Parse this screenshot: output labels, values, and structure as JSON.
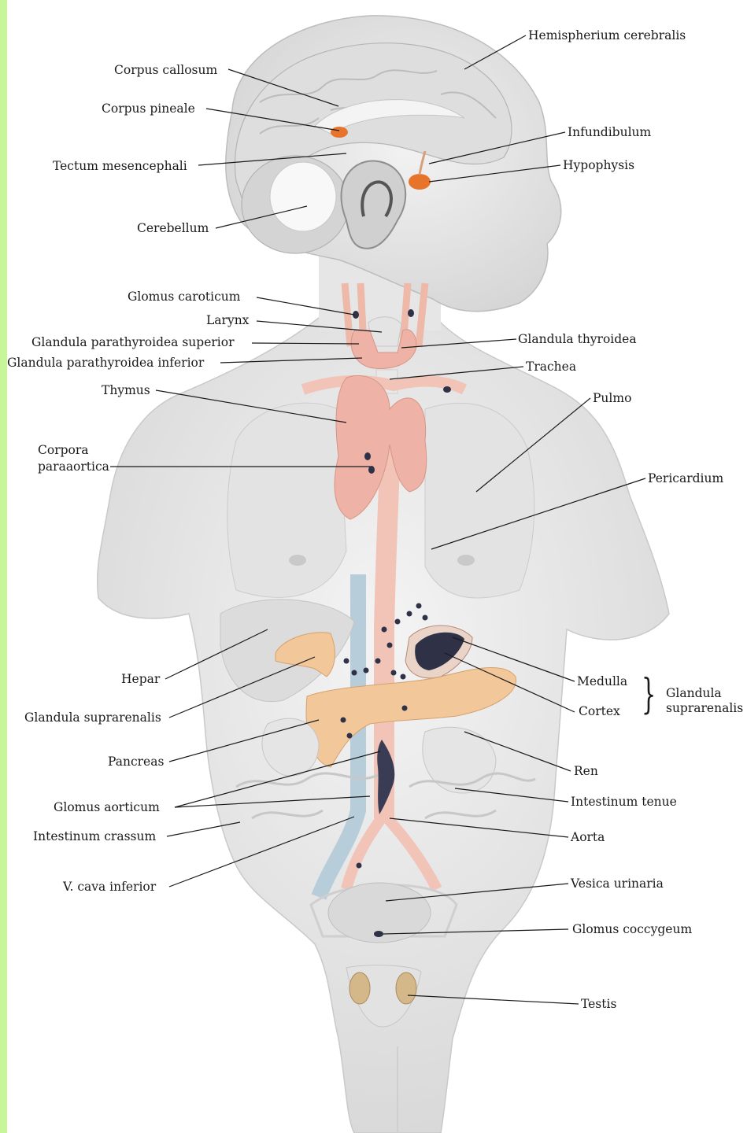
{
  "colors": {
    "side_bar": "#c6f59a",
    "body_fill": "#e9e9e9",
    "gland_orange": "#e8742c",
    "thymus_pink": "#efb2a6",
    "aorta_pink": "#f1c4b7",
    "pancreas_tan": "#f2c79a",
    "vena_blue": "#b8cdda",
    "medulla_navy": "#2f3147"
  },
  "labels": {
    "hemispherium": "Hemispherium cerebralis",
    "corpus_callosum": "Corpus callosum",
    "corpus_pineale": "Corpus pineale",
    "infundibulum": "Infundibulum",
    "tectum": "Tectum mesencephali",
    "hypophysis": "Hypophysis",
    "cerebellum": "Cerebellum",
    "glomus_caroticum": "Glomus caroticum",
    "larynx": "Larynx",
    "parathyroid_superior": "Glandula parathyroidea superior",
    "thyroidea": "Glandula thyroidea",
    "parathyroid_inferior": "Glandula parathyroidea inferior",
    "trachea": "Trachea",
    "thymus": "Thymus",
    "pulmo": "Pulmo",
    "corpora_1": "Corpora",
    "corpora_2": "paraaortica",
    "pericardium": "Pericardium",
    "hepar": "Hepar",
    "medulla": "Medulla",
    "cortex": "Cortex",
    "glandula_group_1": "Glandula",
    "glandula_group_2": "suprarenalis",
    "suprarenalis": "Glandula suprarenalis",
    "pancreas": "Pancreas",
    "ren": "Ren",
    "glomus_aorticum": "Glomus aorticum",
    "intestinum_tenue": "Intestinum tenue",
    "intestinum_crassum": "Intestinum crassum",
    "aorta": "Aorta",
    "vena_cava": "V. cava inferior",
    "vesica": "Vesica urinaria",
    "glomus_coccygeum": "Glomus coccygeum",
    "testis": "Testis"
  }
}
